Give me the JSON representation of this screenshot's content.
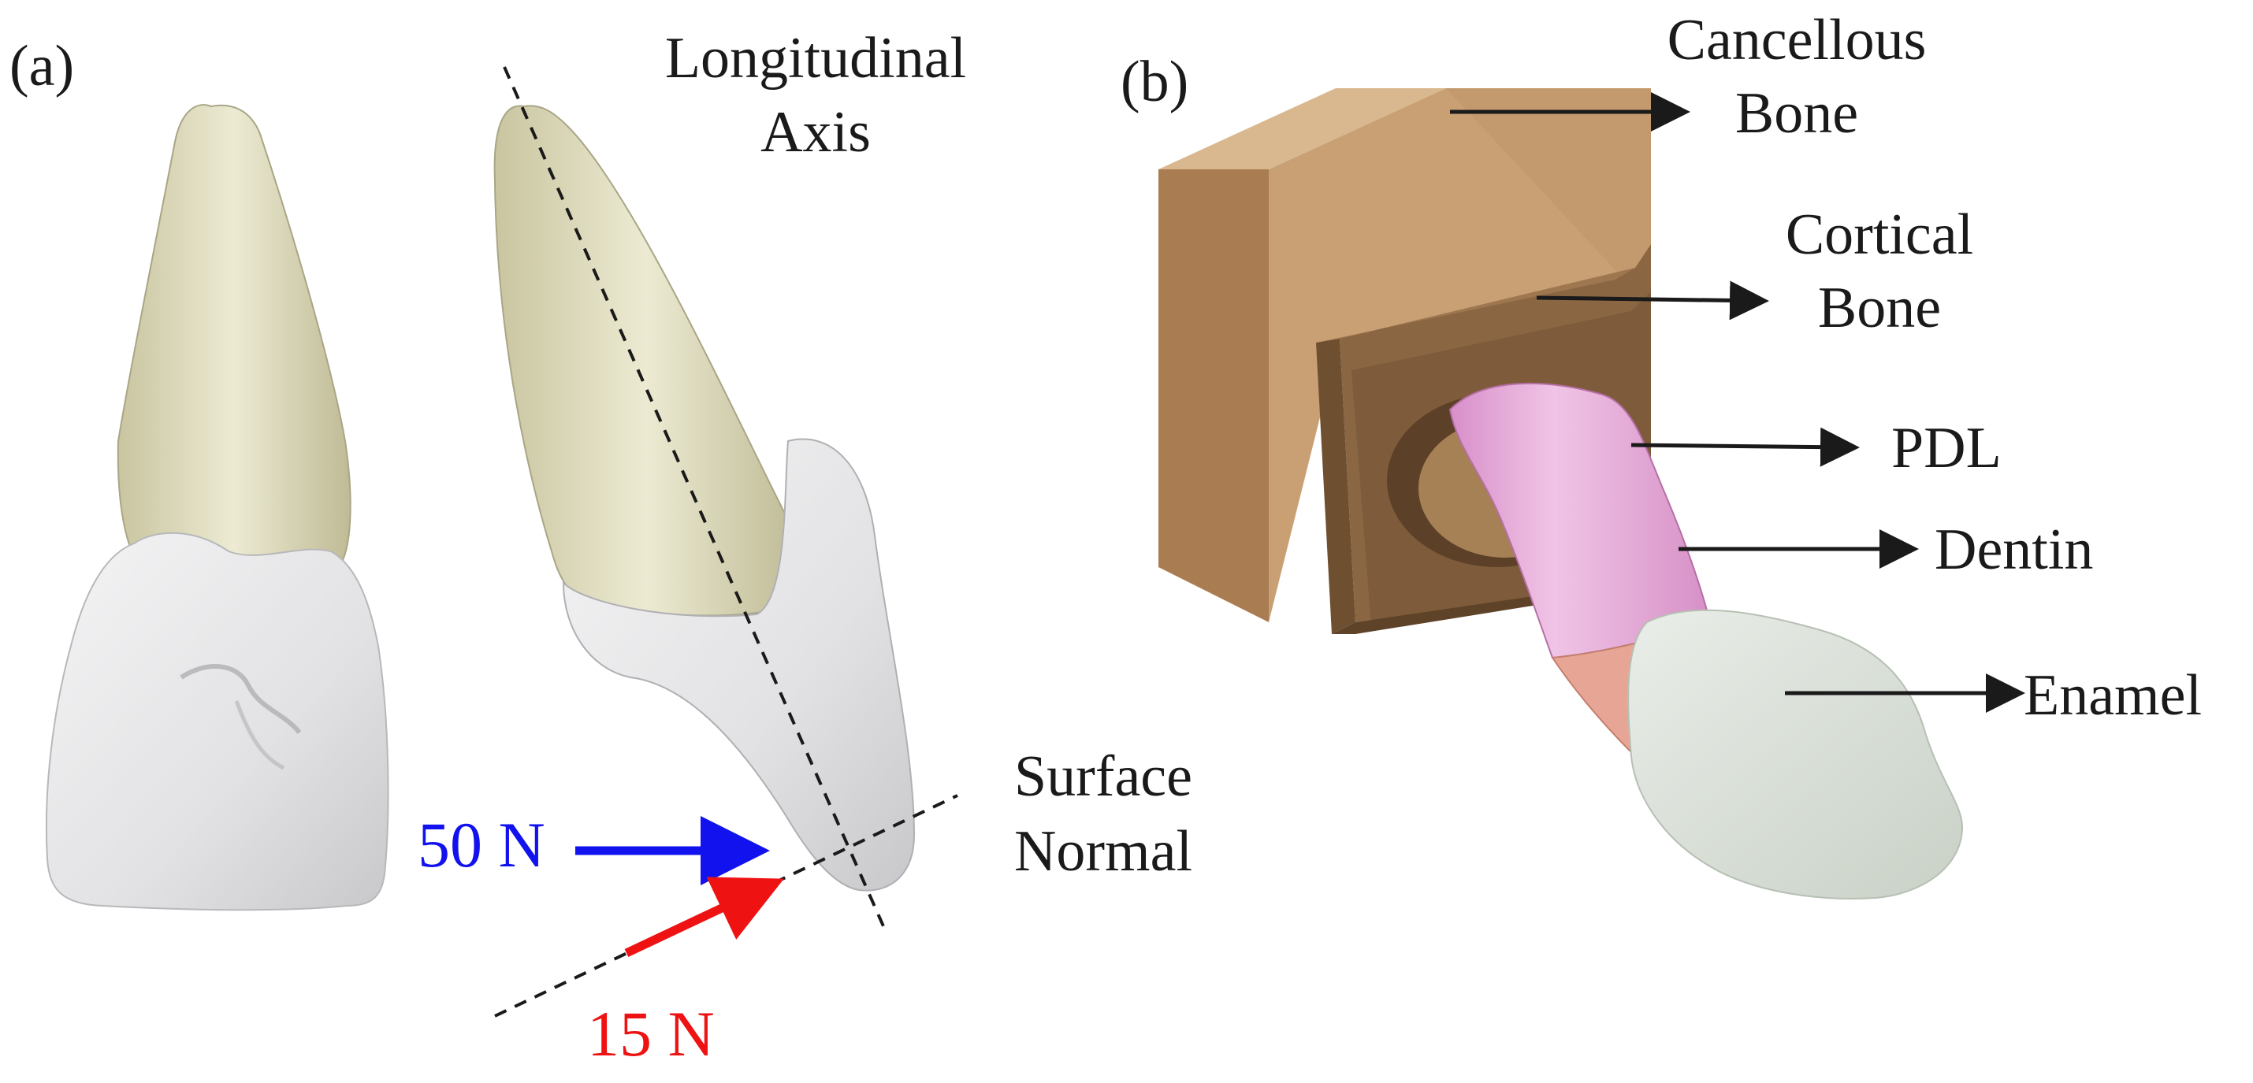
{
  "panel_a": {
    "label": "(a)",
    "longitudinal_axis": [
      "Longitudinal",
      "Axis"
    ],
    "surface_normal": [
      "Surface",
      "Normal"
    ],
    "force_horizontal": "50 N",
    "force_oblique": "15 N"
  },
  "panel_b": {
    "label": "(b)",
    "layers": [
      [
        "Cancellous",
        "Bone"
      ],
      [
        "Cortical",
        "Bone"
      ],
      [
        "PDL"
      ],
      [
        "Dentin"
      ],
      [
        "Enamel"
      ]
    ]
  },
  "colors": {
    "root": "#e3dfc0",
    "crown": "#e4e4e6",
    "cancellous_bone": "#c9a074",
    "cortical_bone": "#7e5c3b",
    "pdl": "#e6a9d8",
    "dentin": "#e7a595",
    "enamel": "#dfe5dd",
    "force_50n": "#1212ee",
    "force_15n": "#ee1212",
    "axis_line": "#1a1a1a"
  }
}
